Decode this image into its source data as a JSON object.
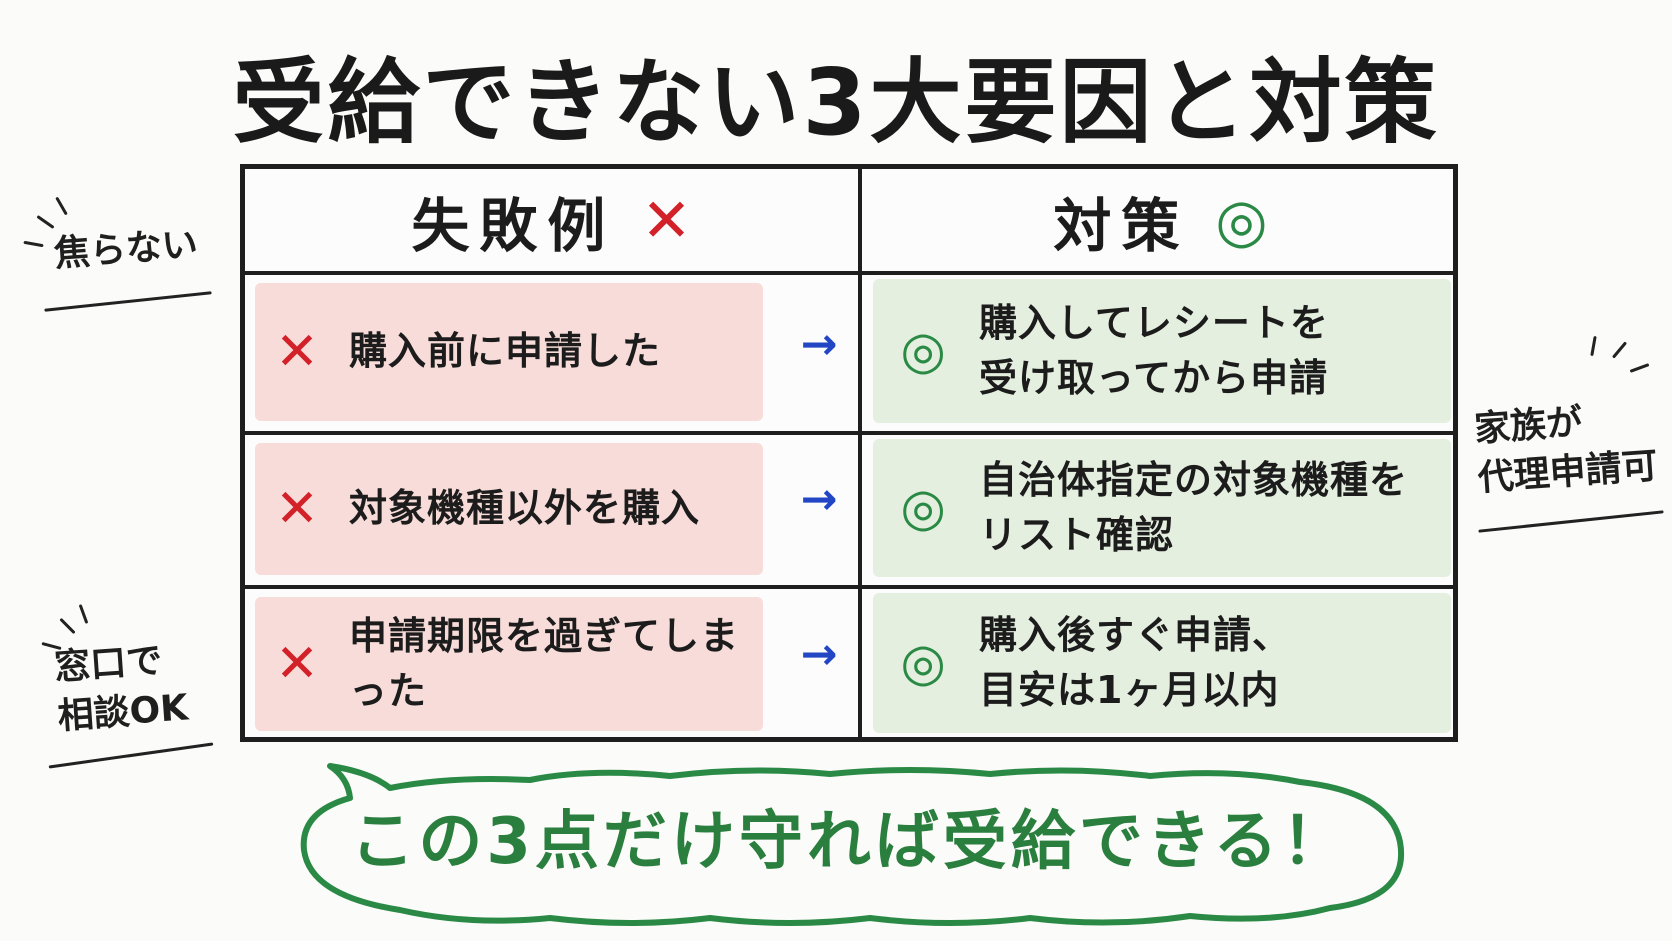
{
  "title": "受給できない3大要因と対策",
  "table": {
    "headers": {
      "fail": {
        "label": "失敗例",
        "mark": "✕"
      },
      "fix": {
        "label": "対策",
        "mark": "◎"
      }
    },
    "rows": [
      {
        "fail": "購入前に申請した",
        "fix": "購入してレシートを\n受け取ってから申請"
      },
      {
        "fail": "対象機種以外を購入",
        "fix": "自治体指定の対象機種を\nリスト確認"
      },
      {
        "fail": "申請期限を過ぎてしまった",
        "fix": "購入後すぐ申請、\n目安は1ヶ月以内"
      }
    ],
    "fail_mark": "✕",
    "fix_mark": "◎",
    "arrow": "→"
  },
  "side_notes": {
    "left_top": "焦らない",
    "left_bottom": "窓口で\n相談OK",
    "right": "家族が\n代理申請可"
  },
  "bubble": {
    "text": "この3点だけ守れば受給できる！"
  },
  "colors": {
    "fail": "#d3212a",
    "fix": "#2a8a45",
    "arrow": "#2346c4",
    "bubble": "#2a7f3e"
  }
}
